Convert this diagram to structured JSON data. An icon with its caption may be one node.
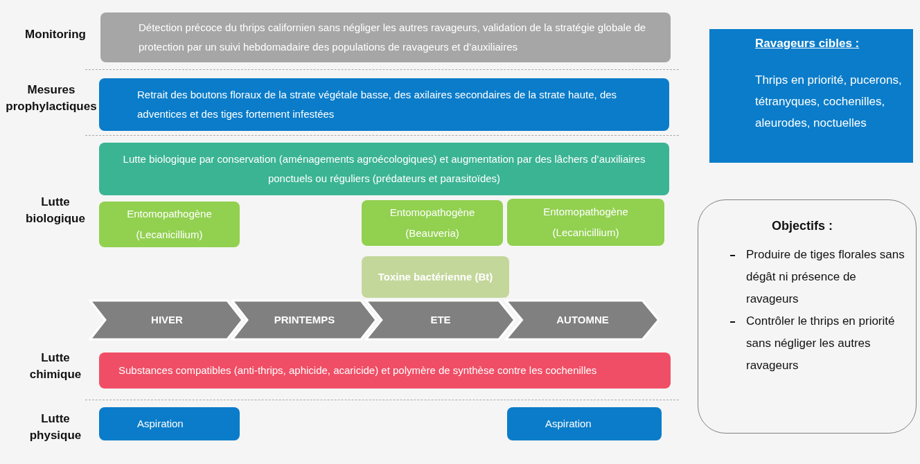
{
  "diagram": {
    "nodes": [
      {
        "text": [
          "Détection précoce du thrips californien sans négliger les autres ravageurs, validation de la stratégie globale de protection par un suivi hebdomadaire des populations de ravageurs et d’auxiliaires"
        ]
      },
      {
        "text": [
          "Retrait des boutons floraux de la strate végétale basse, des axilaires secondaires de la strate haute, des adventices et des tiges fortement infestées"
        ]
      },
      {
        "text": [
          "Lutte biologique par conservation (aménagements agroécologiques) et augmentation par des lâchers d’auxiliaires ponctuels ou réguliers (prédateurs et parasitoïdes)"
        ]
      },
      {
        "text": [
          "Entomopathogène (Lecanicillium)"
        ]
      },
      {
        "text": [
          "Entomopathogène (Beauveria)"
        ]
      },
      {
        "text": [
          "Entomopathogène (Lecanicillium)"
        ]
      },
      {
        "text": [
          "Toxine bactérienne (Bt)"
        ]
      },
      {
        "text": [
          "HIVER"
        ]
      },
      {
        "text": [
          "PRINTEMPS"
        ]
      },
      {
        "text": [
          "ETE"
        ]
      },
      {
        "text": [
          "AUTOMNE"
        ]
      },
      {
        "text": [
          "Substances compatibles (anti-thrips, aphicide, acaricide) et polymère de synthèse contre les cochenilles"
        ]
      },
      {
        "text": [
          "Aspiration"
        ]
      },
      {
        "text": [
          "Aspiration"
        ]
      },
      {
        "text": [
          "Ravageurs cibles :",
          "Thrips en priorité, pucerons, tétranyques, cochenilles, aleurodes, noctuelles"
        ]
      },
      {
        "text": [
          "Objectifs :",
          "Produire de tiges florales sans dégât ni présence de ravageurs",
          "Contrôler le thrips en priorité sans négliger les autres ravageurs"
        ]
      }
    ],
    "labels": [
      "Monitoring",
      "Mesures prophylactiques",
      "Lutte biologique",
      "Lutte chimique",
      "Lutte physique"
    ]
  }
}
